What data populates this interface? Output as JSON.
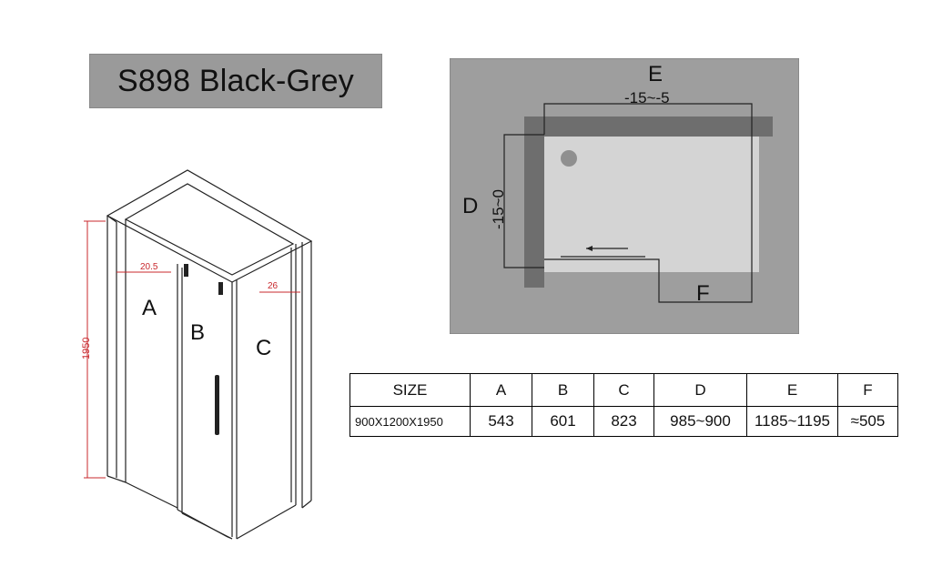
{
  "title": "S898 Black-Grey",
  "cabin": {
    "panel_labels": [
      "A",
      "B",
      "C"
    ],
    "height_dim": "1950",
    "left_dim": "20.5",
    "right_dim": "26"
  },
  "plan": {
    "label_e": "E",
    "tolerance_e": "-15~-5",
    "label_d": "D",
    "tolerance_d": "-15~0",
    "label_f": "F"
  },
  "table": {
    "headers": [
      "SIZE",
      "A",
      "B",
      "C",
      "D",
      "E",
      "F"
    ],
    "row": [
      "900X1200X1950",
      "543",
      "601",
      "823",
      "985~900",
      "1185~1195",
      "≈505"
    ]
  },
  "colors": {
    "title_bg": "#9a9a9a",
    "plan_bg": "#9e9e9e",
    "plan_tray": "#d4d4d4",
    "plan_wall": "#6e6e6e",
    "dim_red": "#c8282d"
  }
}
